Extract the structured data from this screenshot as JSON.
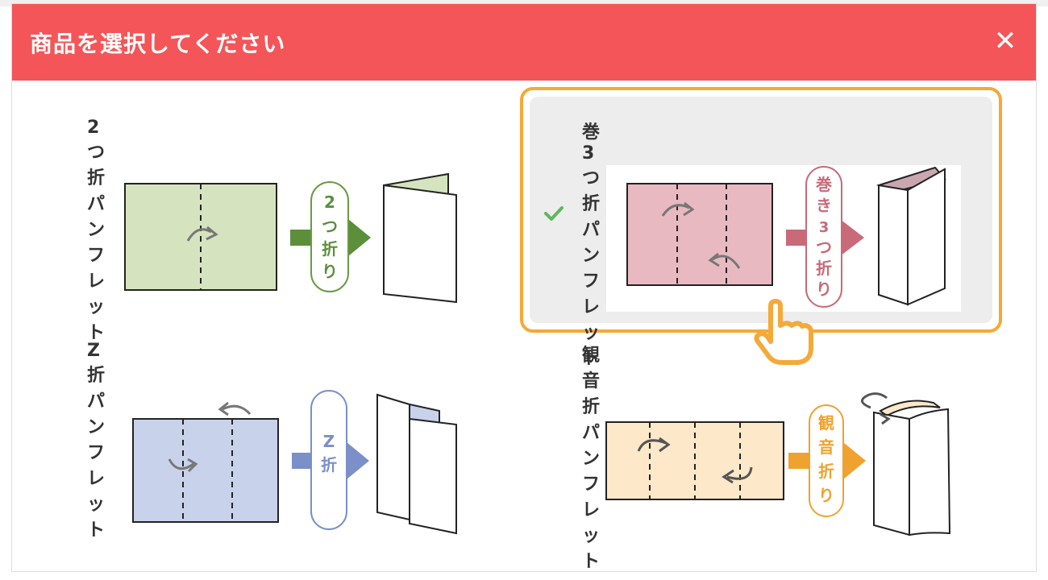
{
  "modal": {
    "title": "商品を選択してください",
    "close_icon": "✕",
    "colors": {
      "header": "#f45558",
      "selected_frame": "#f5a938",
      "check": "#5cb85c"
    }
  },
  "options": [
    {
      "id": "two-fold",
      "label": "2つ折パンフレット",
      "badge": [
        "2",
        "つ",
        "折",
        "り"
      ],
      "color": "#6a9a44",
      "fill": "#d5e4bf",
      "selected": false
    },
    {
      "id": "roll-fold",
      "label": "巻3つ折パンフレット",
      "badge": [
        "巻",
        "き",
        "3",
        "つ",
        "折",
        "り"
      ],
      "color": "#c96a78",
      "fill": "#e9b9c2",
      "selected": true
    },
    {
      "id": "z-fold",
      "label": "Z 折パンフレット",
      "badge": [
        "Z",
        "折"
      ],
      "color": "#7b8fc8",
      "fill": "#c8d2ea",
      "selected": false
    },
    {
      "id": "gate-fold",
      "label": "観音折パンフレット",
      "badge": [
        "観",
        "音",
        "折",
        "り"
      ],
      "color": "#f0a22e",
      "fill": "#fde8c9",
      "selected": false
    }
  ],
  "icons": {
    "check": "check-icon",
    "pointer": "hand-pointer-icon",
    "close": "close-icon"
  }
}
